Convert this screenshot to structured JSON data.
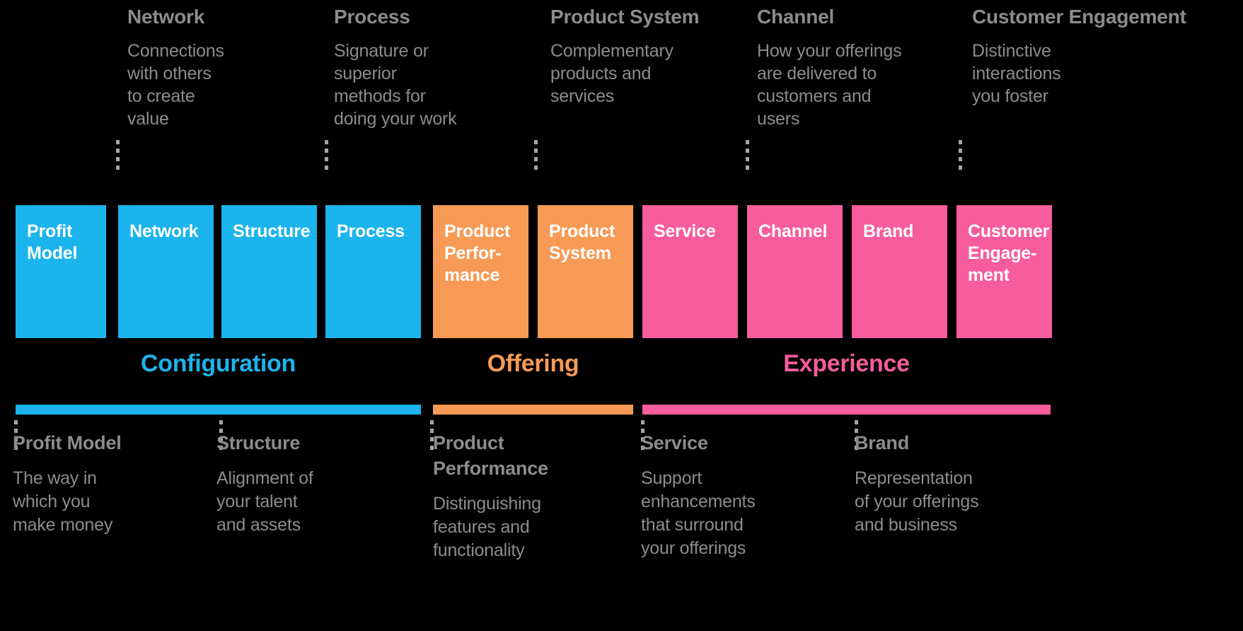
{
  "diagram": {
    "title": "Ten Types of Innovation",
    "colors": {
      "configuration": "#1cb4ec",
      "offering": "#f79a55",
      "experience": "#f75c9c",
      "text_gray": "#8c8c8c",
      "background": "#000000",
      "box_text": "#ffffff"
    }
  },
  "top_callouts": [
    {
      "title": "Network",
      "description": "Connections\nwith others\nto create\nvalue"
    },
    {
      "title": "Process",
      "description": "Signature or\nsuperior\nmethods for\ndoing your work"
    },
    {
      "title": "Product\nSystem",
      "description": "Complementary\nproducts and\nservices"
    },
    {
      "title": "Channel",
      "description": "How your offerings\nare delivered to\ncustomers and\nusers"
    },
    {
      "title": "Customer\nEngagement",
      "description": "Distinctive\ninteractions\nyou foster"
    }
  ],
  "boxes": [
    {
      "label": "Profit\nModel",
      "group": "Configuration"
    },
    {
      "label": "Network",
      "group": "Configuration"
    },
    {
      "label": "Structure",
      "group": "Configuration"
    },
    {
      "label": "Process",
      "group": "Configuration"
    },
    {
      "label": "Product\nPerfor-\nmance",
      "group": "Offering"
    },
    {
      "label": "Product\nSystem",
      "group": "Offering"
    },
    {
      "label": "Service",
      "group": "Experience"
    },
    {
      "label": "Channel",
      "group": "Experience"
    },
    {
      "label": "Brand",
      "group": "Experience"
    },
    {
      "label": "Customer\nEngage-\nment",
      "group": "Experience"
    }
  ],
  "categories": [
    {
      "label": "Configuration",
      "color": "#1cb4ec"
    },
    {
      "label": "Offering",
      "color": "#f79a55"
    },
    {
      "label": "Experience",
      "color": "#f75c9c"
    }
  ],
  "bottom_callouts": [
    {
      "title": "Profit Model",
      "description": "The way in\nwhich you\nmake money"
    },
    {
      "title": "Structure",
      "description": "Alignment of\nyour talent\nand assets"
    },
    {
      "title": "Product\nPerformance",
      "description": "Distinguishing\nfeatures and\nfunctionality"
    },
    {
      "title": "Service",
      "description": "Support\nenhancements\nthat surround\nyour offerings"
    },
    {
      "title": "Brand",
      "description": "Representation\nof your offerings\nand business"
    }
  ]
}
